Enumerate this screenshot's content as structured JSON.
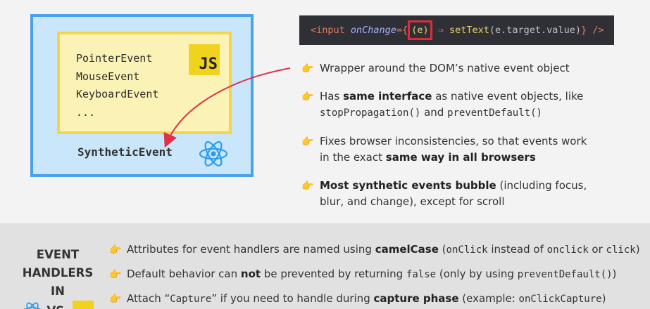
{
  "diagram": {
    "events": [
      "PointerEvent",
      "MouseEvent",
      "KeyboardEvent",
      "..."
    ],
    "js_badge": "JS",
    "synthetic_label": "SyntheticEvent"
  },
  "code": {
    "part1": "<input ",
    "attr": "onChange",
    "eq": "=",
    "lbrace": "{",
    "param": "(e)",
    "arrow": " ⇒ ",
    "fn": "setText",
    "args": "(e.target.value)",
    "close": "} />"
  },
  "bullets": [
    {
      "text": "Wrapper around the DOM’s native event object"
    },
    {
      "pre": "Has ",
      "bold": "same interface",
      "post": " as native event objects, like",
      "code1": "stopPropagation()",
      "mid": " and ",
      "code2": "preventDefault()"
    },
    {
      "line1": "Fixes browser inconsistencies, so that events work",
      "pre2": "in the exact ",
      "bold2": "same way in all browsers"
    },
    {
      "bold": "Most synthetic events bubble",
      "post": " (including focus,",
      "line2": "blur, and change), except for scroll"
    }
  ],
  "bottom": {
    "side_label_1": "EVENT",
    "side_label_2": "HANDLERS IN",
    "side_vs": "VS.",
    "side_js": "JS",
    "items": [
      {
        "pre": "Attributes for event handlers are named using ",
        "bold": "camelCase",
        "mid1": " (",
        "code1": "onClick",
        "mid2": " instead of ",
        "code2": "onclick",
        "mid3": " or ",
        "code3": "click",
        "post": ")"
      },
      {
        "pre": "Default behavior can ",
        "bold": "not",
        "mid1": " be prevented by returning ",
        "code1": "false",
        "mid2": " (only by using ",
        "code2": "preventDefault()",
        "post": ")"
      },
      {
        "pre": "Attach “",
        "code1": "Capture",
        "mid1": "” if you need to handle during ",
        "bold": "capture phase",
        "mid2": " (example: ",
        "code2": "onClickCapture",
        "post": ")"
      }
    ]
  }
}
